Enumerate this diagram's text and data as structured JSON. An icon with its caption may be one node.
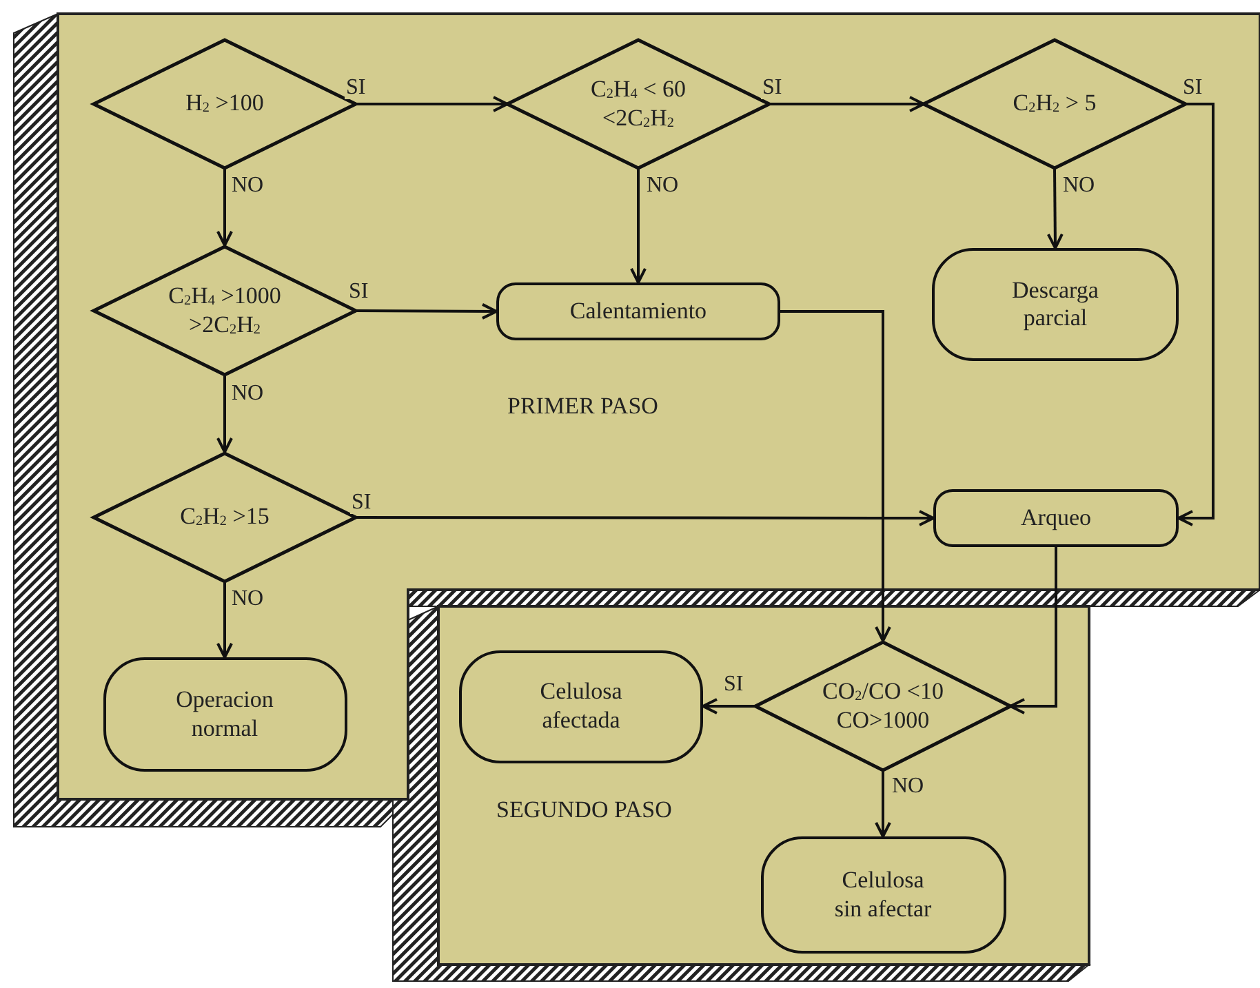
{
  "diagram": {
    "nodes": [
      {
        "text": [
          "PRIMER PASO"
        ]
      },
      {
        "text": [
          "H$_{2}$ >100"
        ],
        "in": 0
      },
      {
        "text": [
          "C$_{2}$H$_{4}$ < 60 <2C$_{2}$H$_{2}$"
        ],
        "in": 0
      },
      {
        "text": [
          "C$_{2}$H$_{2}$ > 5"
        ],
        "in": 0
      },
      {
        "text": [
          "C$_{2}$H$_{4}$ >1000 >2C$_{2}$H$_{2}$"
        ],
        "in": 0
      },
      {
        "text": [
          "Calentamiento"
        ],
        "in": 0
      },
      {
        "text": [
          "Descarga parcial"
        ],
        "in": 0
      },
      {
        "text": [
          "C$_{2}$H$_{2}$ >15"
        ],
        "in": 0
      },
      {
        "text": [
          "Arqueo"
        ],
        "in": 0
      },
      {
        "text": [
          "Operacion normal"
        ],
        "in": 0
      },
      {
        "text": [
          "SEGUNDO PASO"
        ]
      },
      {
        "text": [
          "CO$_{2}$/CO <10 CO>1000"
        ],
        "in": 10
      },
      {
        "text": [
          "Celulosa afectada"
        ],
        "in": 10
      },
      {
        "text": [
          "Celulosa sin afectar"
        ],
        "in": 10
      }
    ],
    "edges": [
      {
        "from": 1,
        "to": 2,
        "arrow": "to",
        "label": "SI"
      },
      {
        "from": 1,
        "to": 4,
        "arrow": "to",
        "label": "NO"
      },
      {
        "from": 2,
        "to": 3,
        "arrow": "to",
        "label": "SI"
      },
      {
        "from": 2,
        "to": 5,
        "arrow": "to",
        "label": "NO"
      },
      {
        "from": 3,
        "to": 6,
        "arrow": "to",
        "label": "NO"
      },
      {
        "from": 3,
        "to": 8,
        "arrow": "to",
        "label": "SI"
      },
      {
        "from": 4,
        "to": 5,
        "arrow": "to",
        "label": "SI"
      },
      {
        "from": 4,
        "to": 7,
        "arrow": "to",
        "label": "NO"
      },
      {
        "from": 5,
        "to": 11,
        "arrow": "to"
      },
      {
        "from": 7,
        "to": 8,
        "arrow": "to",
        "label": "SI"
      },
      {
        "from": 7,
        "to": 9,
        "arrow": "to",
        "label": "NO"
      },
      {
        "from": 8,
        "to": 11,
        "arrow": "to"
      },
      {
        "from": 11,
        "to": 12,
        "arrow": "to",
        "label": "SI"
      },
      {
        "from": 11,
        "to": 13,
        "arrow": "to",
        "label": "NO"
      }
    ]
  }
}
